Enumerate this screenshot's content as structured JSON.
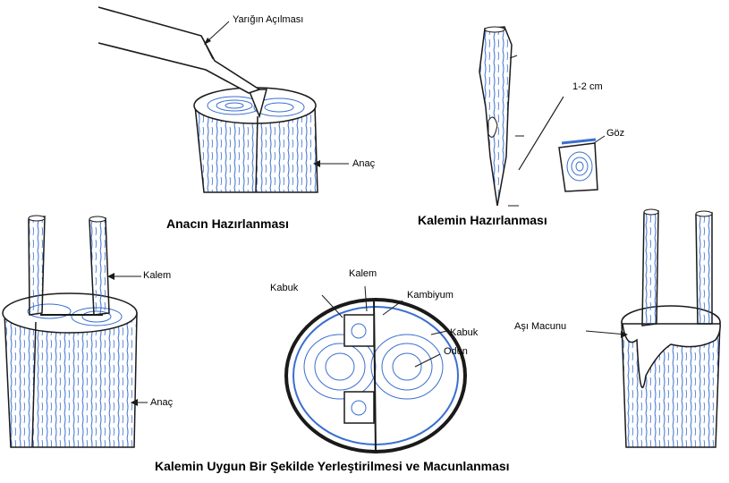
{
  "labels": {
    "split_opening": "Yarığın Açılması",
    "rootstock_top": "Anaç",
    "size": "1-2 cm",
    "bud": "Göz",
    "scion_left": "Kalem",
    "rootstock_bottom": "Anaç",
    "bark_left": "Kabuk",
    "scion_center": "Kalem",
    "cambium": "Kambiyum",
    "bark_right": "Kabuk",
    "wood": "Odun",
    "grafting_paste": "Aşı Macunu"
  },
  "captions": {
    "rootstock_prep": "Anacın Hazırlanması",
    "scion_prep": "Kalemin Hazırlanması",
    "placement": "Kalemin Uygun Bir Şekilde Yerleştirilmesi ve Macunlanması"
  },
  "colors": {
    "ink": "#1a1a1a",
    "blue": "#3a6fd0"
  }
}
